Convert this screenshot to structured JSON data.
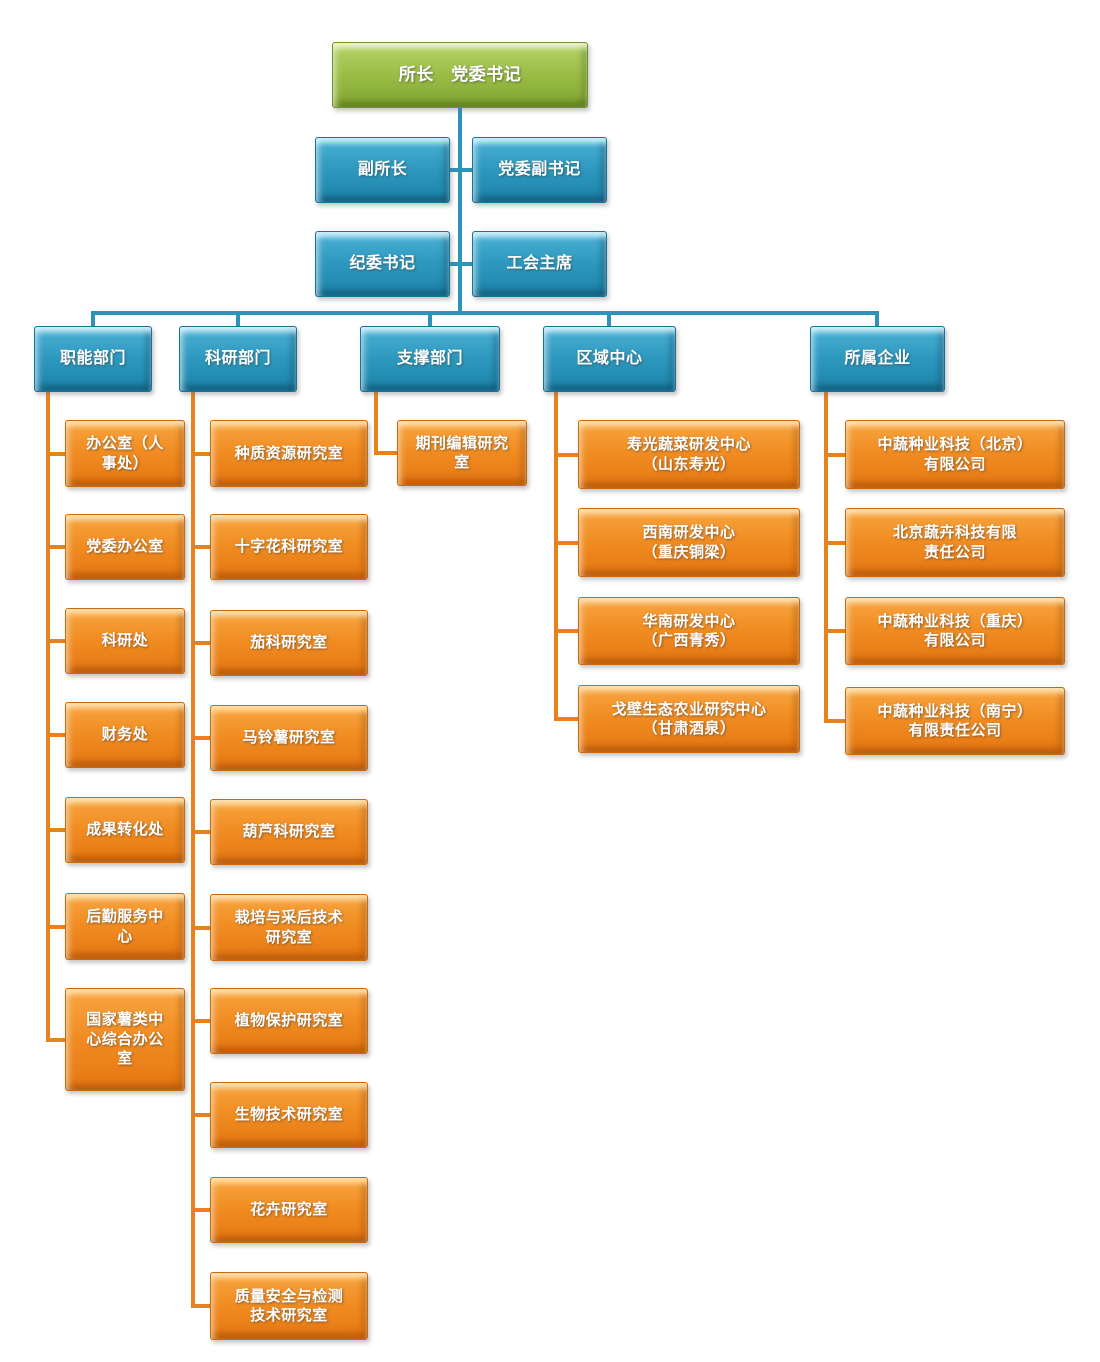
{
  "org": {
    "root": "所长　党委书记",
    "leadership": [
      {
        "label": "副所长"
      },
      {
        "label": "党委副书记"
      },
      {
        "label": "纪委书记"
      },
      {
        "label": "工会主席"
      }
    ],
    "branches": [
      {
        "label": "职能部门",
        "children": [
          "办公室（人\n事处）",
          "党委办公室",
          "科研处",
          "财务处",
          "成果转化处",
          "后勤服务中\n心",
          "国家薯类中\n心综合办公\n室"
        ]
      },
      {
        "label": "科研部门",
        "children": [
          "种质资源研究室",
          "十字花科研究室",
          "茄科研究室",
          "马铃薯研究室",
          "葫芦科研究室",
          "栽培与采后技术\n研究室",
          "植物保护研究室",
          "生物技术研究室",
          "花卉研究室",
          "质量安全与检测\n技术研究室"
        ]
      },
      {
        "label": "支撑部门",
        "children": [
          "期刊编辑研究\n室"
        ]
      },
      {
        "label": "区域中心",
        "children": [
          "寿光蔬菜研发中心\n（山东寿光）",
          "西南研发中心\n（重庆铜梁）",
          "华南研发中心\n（广西青秀）",
          "戈壁生态农业研究中心\n（甘肃酒泉）"
        ]
      },
      {
        "label": "所属企业",
        "children": [
          "中蔬种业科技（北京）\n有限公司",
          "北京蔬卉科技有限\n责任公司",
          "中蔬种业科技（重庆）\n有限公司",
          "中蔬种业科技（南宁）\n有限责任公司"
        ]
      }
    ]
  },
  "colors": {
    "root_green": "#9abd45",
    "leadership_blue": "#2d97bd",
    "unit_orange": "#f08c22",
    "line_blue": "#2c93b9",
    "line_orange": "#e8821c",
    "background": "#ffffff"
  }
}
